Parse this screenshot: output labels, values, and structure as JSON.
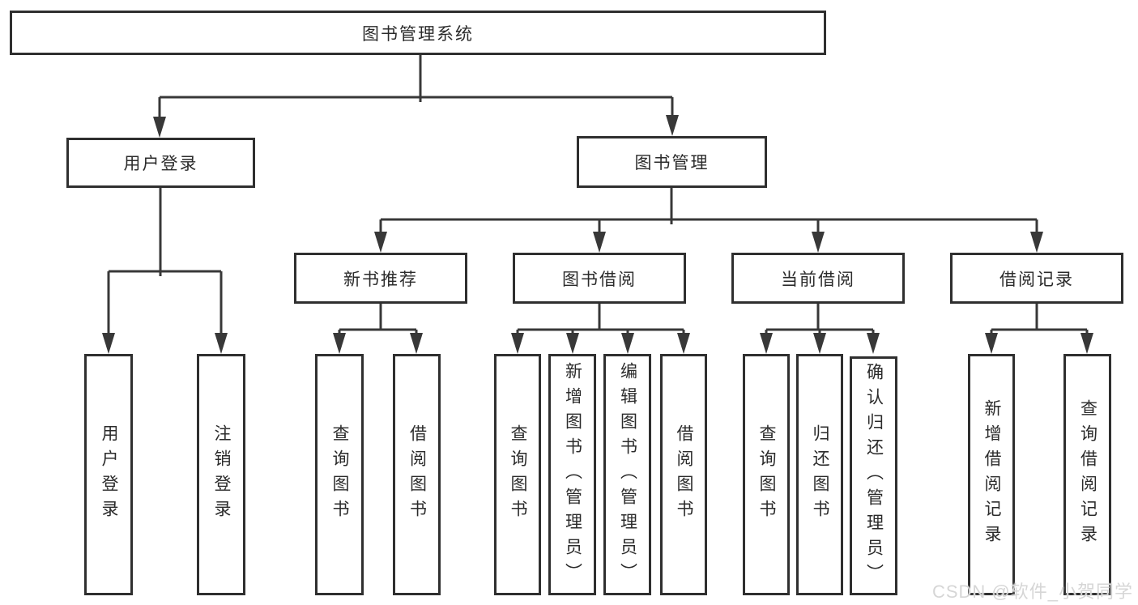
{
  "tree": {
    "label": "图书管理系统",
    "children": [
      {
        "label": "用户登录",
        "children": [
          {
            "label": "用户登录"
          },
          {
            "label": "注销登录"
          }
        ]
      },
      {
        "label": "图书管理",
        "children": [
          {
            "label": "新书推荐",
            "children": [
              {
                "label": "查询图书"
              },
              {
                "label": "借阅图书"
              }
            ]
          },
          {
            "label": "图书借阅",
            "children": [
              {
                "label": "查询图书"
              },
              {
                "label": "新增图书（管理员）"
              },
              {
                "label": "编辑图书（管理员）"
              },
              {
                "label": "借阅图书"
              }
            ]
          },
          {
            "label": "当前借阅",
            "children": [
              {
                "label": "查询图书"
              },
              {
                "label": "归还图书"
              },
              {
                "label": "确认归还（管理员）"
              }
            ]
          },
          {
            "label": "借阅记录",
            "children": [
              {
                "label": "新增借阅记录"
              },
              {
                "label": "查询借阅记录"
              }
            ]
          }
        ]
      }
    ]
  },
  "watermark": {
    "text": "CSDN @软件_小贺同学"
  },
  "colors": {
    "background": "#ffffff",
    "line": "#383838",
    "border": "#2f2f2f",
    "text": "#2b2b2b",
    "watermark": "#d6d6d6"
  }
}
